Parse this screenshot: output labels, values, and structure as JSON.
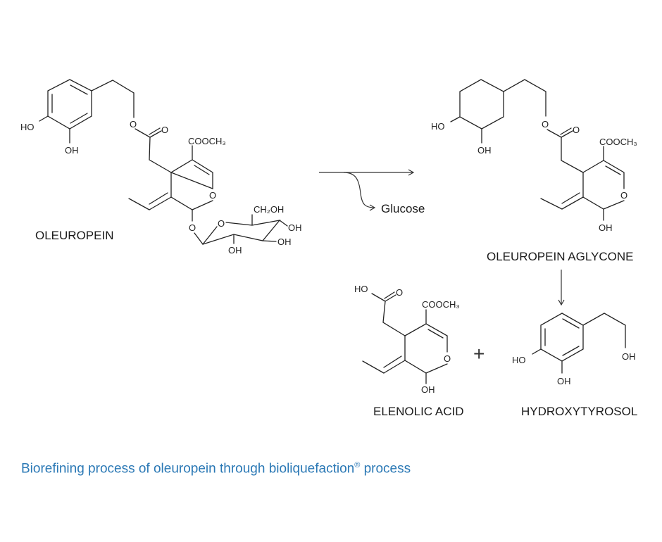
{
  "molecules": {
    "oleuropein": {
      "name": "OLEUROPEIN",
      "ho": "HO",
      "oh": "OH",
      "ester_o": "O",
      "carbonyl_o": "O",
      "cooch3": "COOCH₃",
      "ring_o": "O",
      "glyco_o": "O",
      "sugar_o": "O",
      "ch2oh": "CH₂OH",
      "oh4": "OH",
      "oh3": "OH",
      "oh2": "OH"
    },
    "aglycone": {
      "name": "OLEUROPEIN AGLYCONE",
      "ho": "HO",
      "oh": "OH",
      "ester_o": "O",
      "carbonyl_o": "O",
      "cooch3": "COOCH₃",
      "ring_o": "O",
      "oh1": "OH"
    },
    "elenolic_acid": {
      "name": "ELENOLIC ACID",
      "ho": "HO",
      "carbonyl_o": "O",
      "cooch3": "COOCH₃",
      "ring_o": "O",
      "oh1": "OH"
    },
    "hydroxytyrosol": {
      "name": "HYDROXYTYROSOL",
      "ho": "HO",
      "oh": "OH",
      "chain_oh": "OH"
    }
  },
  "reaction": {
    "byproduct": "Glucose",
    "plus": "+"
  },
  "caption": {
    "text": "Biorefining process of oleuropein through bioliquefaction",
    "mark": "®",
    "suffix": " process"
  },
  "colors": {
    "caption": "#2a78b5",
    "bonds": "#222222"
  }
}
